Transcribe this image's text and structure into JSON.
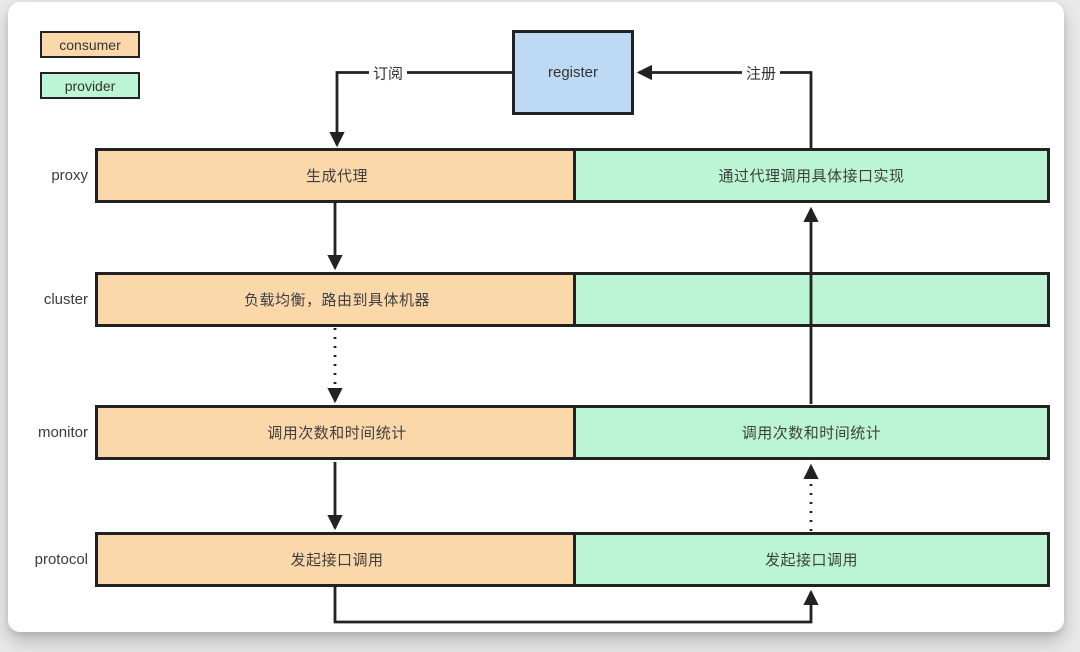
{
  "legend": {
    "consumer_label": "consumer",
    "provider_label": "provider"
  },
  "register": {
    "label": "register"
  },
  "edges": {
    "subscribe_label": "订阅",
    "register_label": "注册"
  },
  "rows": [
    {
      "label": "proxy",
      "consumer_text": "生成代理",
      "provider_text": "通过代理调用具体接口实现"
    },
    {
      "label": "cluster",
      "consumer_text": "负载均衡，路由到具体机器",
      "provider_text": ""
    },
    {
      "label": "monitor",
      "consumer_text": "调用次数和时间统计",
      "provider_text": "调用次数和时间统计"
    },
    {
      "label": "protocol",
      "consumer_text": "发起接口调用",
      "provider_text": "发起接口调用"
    }
  ],
  "colors": {
    "consumer_fill": "#FAD8AA",
    "provider_fill": "#BCF5D6",
    "register_fill": "#BED9F3",
    "line": "#222222",
    "card_background": "#FFFFFF"
  }
}
